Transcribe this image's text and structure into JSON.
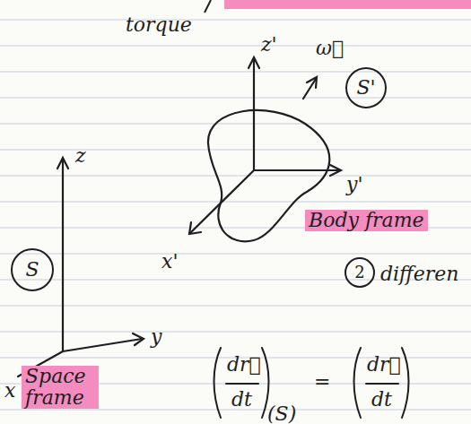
{
  "diagram": {
    "nodes": [
      {
        "text": [
          "S'"
        ]
      },
      {
        "text": [
          "S"
        ]
      },
      {
        "text": [
          "2"
        ]
      }
    ],
    "labels": [
      "torque",
      "z'",
      "ω⃗",
      "y'",
      "x'",
      "Body frame",
      "z",
      "y",
      "x",
      "Space frame",
      "differen",
      "dr⃗",
      "dt",
      "(S)",
      "=",
      "dr⃗",
      "dt"
    ]
  }
}
